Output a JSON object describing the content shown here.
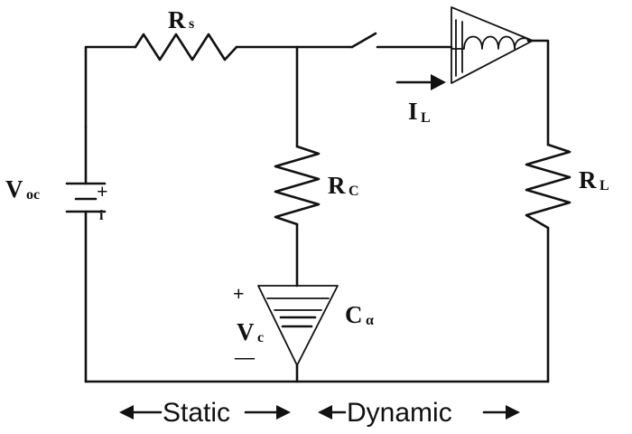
{
  "labels": {
    "source_resistor": {
      "main": "R",
      "sub": "s"
    },
    "capacitor_resistor": {
      "main": "R",
      "sub": "C"
    },
    "load_resistor": {
      "main": "R",
      "sub": "L"
    },
    "source_voltage": {
      "main": "V",
      "sub": "oc"
    },
    "battery_plus": "+",
    "battery_minus": "i",
    "capacitor": {
      "main": "C",
      "sub": "α"
    },
    "capacitor_voltage": {
      "main": "V",
      "sub": "c"
    },
    "cap_plus": "+",
    "cap_minus": "—",
    "load_current": {
      "main": "I",
      "sub": "L"
    }
  },
  "regions": {
    "static": "Static",
    "dynamic": "Dynamic"
  }
}
